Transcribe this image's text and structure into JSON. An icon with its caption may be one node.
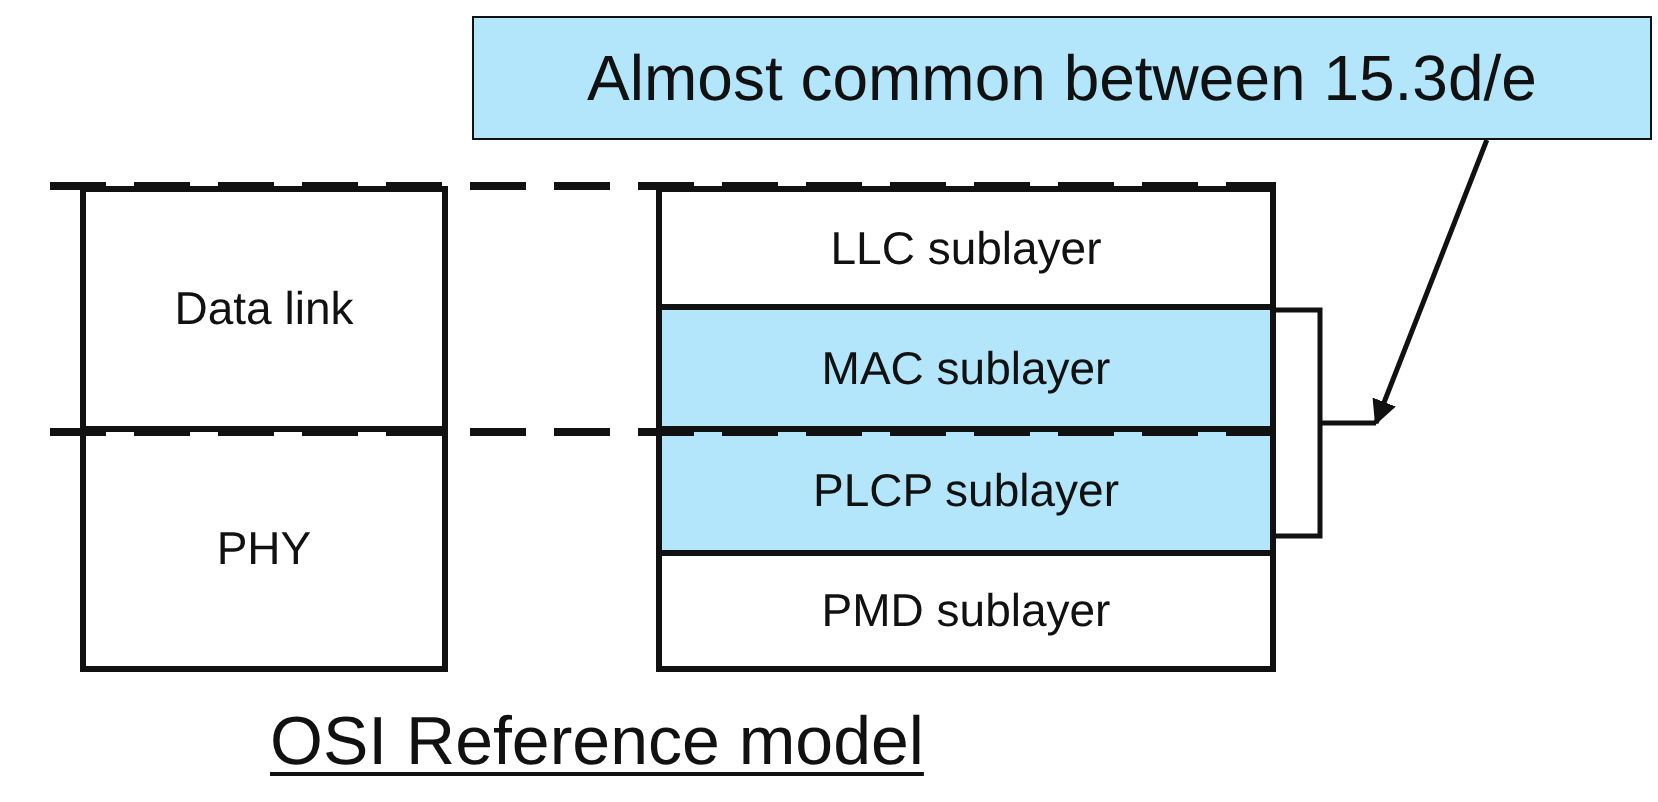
{
  "diagram": {
    "title": "OSI Reference model",
    "nodes": [
      {
        "text": [
          "Almost common between 15.3d/e"
        ]
      },
      {
        "text": [
          "Data link"
        ]
      },
      {
        "text": [
          "PHY"
        ]
      },
      {
        "text": [
          "LLC sublayer"
        ]
      },
      {
        "text": [
          "MAC sublayer"
        ]
      },
      {
        "text": [
          "PLCP sublayer"
        ]
      },
      {
        "text": [
          "PMD sublayer"
        ]
      },
      {
        "text": [],
        "shape": "bracket"
      }
    ],
    "edges": [
      {
        "from": 0,
        "to": 7,
        "arrow": "to"
      }
    ]
  }
}
